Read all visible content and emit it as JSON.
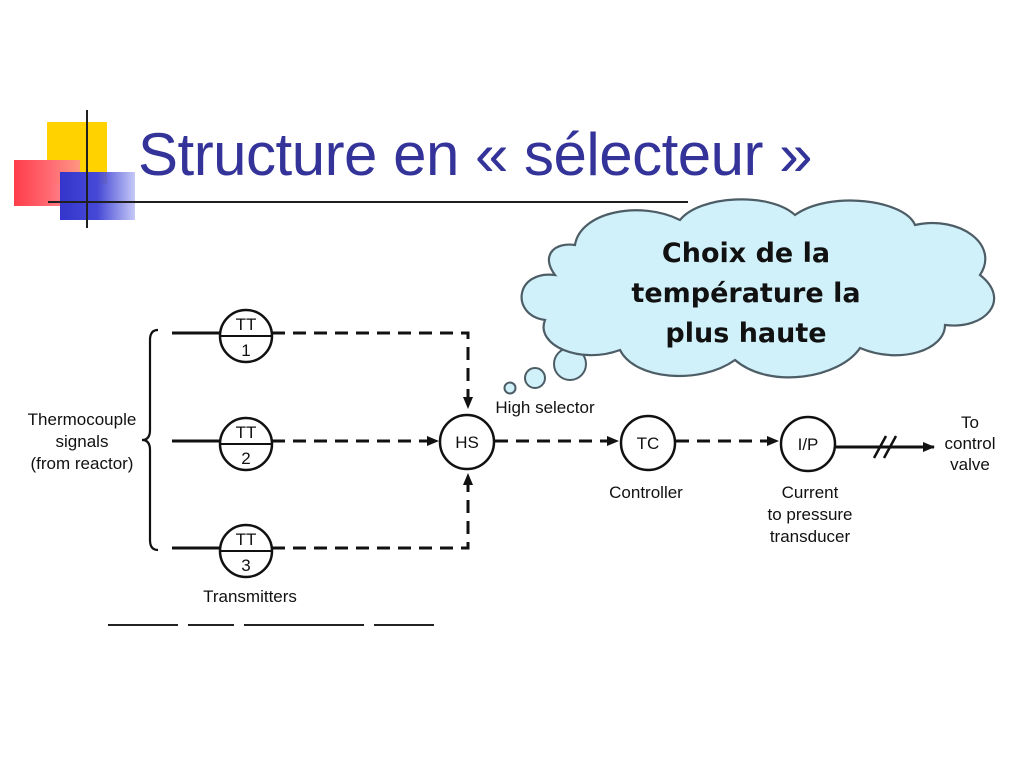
{
  "slide": {
    "title": "Structure en « sélecteur »"
  },
  "callout": {
    "lines": [
      "Choix de la",
      "température la",
      "plus haute"
    ],
    "fill_color": "#d0f0fa"
  },
  "diagram": {
    "input_label_lines": [
      "Thermocouple",
      "signals",
      "(from reactor)"
    ],
    "transmitters": [
      {
        "tag": "TT",
        "number": "1"
      },
      {
        "tag": "TT",
        "number": "2"
      },
      {
        "tag": "TT",
        "number": "3"
      }
    ],
    "transmitters_label": "Transmitters",
    "selector": {
      "tag": "HS",
      "label": "High selector"
    },
    "controller": {
      "tag": "TC",
      "label": "Controller"
    },
    "transducer": {
      "tag": "I/P",
      "label_lines": [
        "Current",
        "to pressure",
        "transducer"
      ]
    },
    "output_label_lines": [
      "To",
      "control",
      "valve"
    ]
  },
  "colors": {
    "title": "#333399",
    "accent_yellow": "#ffd200",
    "accent_red": "#ff3d4a",
    "accent_blue": "#3335cc"
  }
}
